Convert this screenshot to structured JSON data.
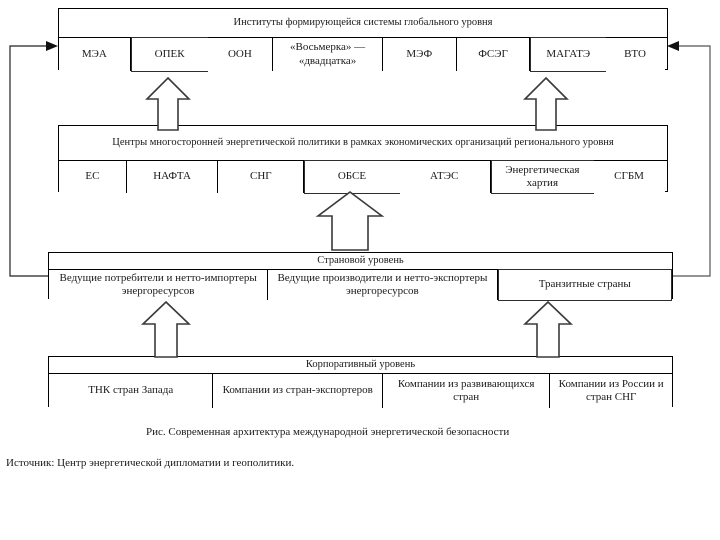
{
  "figure": {
    "caption": "Рис. Современная архитектура международной энергетической безопасности",
    "source": "Источник: Центр энергетической дипломатии и геополитики."
  },
  "levels": {
    "global": {
      "title": "Институты формирующейся системы глобального уровня",
      "items": [
        {
          "label": "МЭА",
          "emphasis": false
        },
        {
          "label": "ОПЕК",
          "emphasis": true
        },
        {
          "label": "ООН",
          "emphasis": false
        },
        {
          "label": "«Восьмерка» — «двадцатка»",
          "emphasis": false
        },
        {
          "label": "МЭФ",
          "emphasis": false
        },
        {
          "label": "ФСЭГ",
          "emphasis": false
        },
        {
          "label": "МАГАТЭ",
          "emphasis": true
        },
        {
          "label": "ВТО",
          "emphasis": false
        }
      ]
    },
    "regional": {
      "title": "Центры многосторонней энергетической политики в рамках экономических организаций регионального уровня",
      "items": [
        {
          "label": "ЕС",
          "emphasis": false
        },
        {
          "label": "НАФТА",
          "emphasis": false
        },
        {
          "label": "СНГ",
          "emphasis": false
        },
        {
          "label": "ОБСЕ",
          "emphasis": true
        },
        {
          "label": "АТЭС",
          "emphasis": false
        },
        {
          "label": "Энергетическая хартия",
          "emphasis": true
        },
        {
          "label": "СГБМ",
          "emphasis": false
        }
      ]
    },
    "country": {
      "title": "Страновой уровень",
      "items": [
        {
          "label": "Ведущие потребители и нетто-импортеры энергоресурсов",
          "emphasis": false
        },
        {
          "label": "Ведущие производители и нетто-экспортеры энергоресурсов",
          "emphasis": false
        },
        {
          "label": "Транзитные страны",
          "emphasis": true
        }
      ]
    },
    "corporate": {
      "title": "Корпоративный уровень",
      "items": [
        {
          "label": "ТНК стран Запада",
          "emphasis": false
        },
        {
          "label": "Компании из стран-экспортеров",
          "emphasis": false
        },
        {
          "label": "Компании из развивающихся стран",
          "emphasis": false
        },
        {
          "label": "Компании из России и стран СНГ",
          "emphasis": false
        }
      ]
    }
  },
  "arrows": {
    "up_arrows": [
      "opec-to-global",
      "magate-to-global",
      "obse-to-regional",
      "consumers-to-country",
      "transit-to-country"
    ],
    "feedback_left": "country-to-global-left",
    "feedback_right": "country-to-global-right"
  },
  "colors": {
    "line": "#000000",
    "emphasis_border": "#2e2e2e",
    "background": "#ffffff"
  }
}
